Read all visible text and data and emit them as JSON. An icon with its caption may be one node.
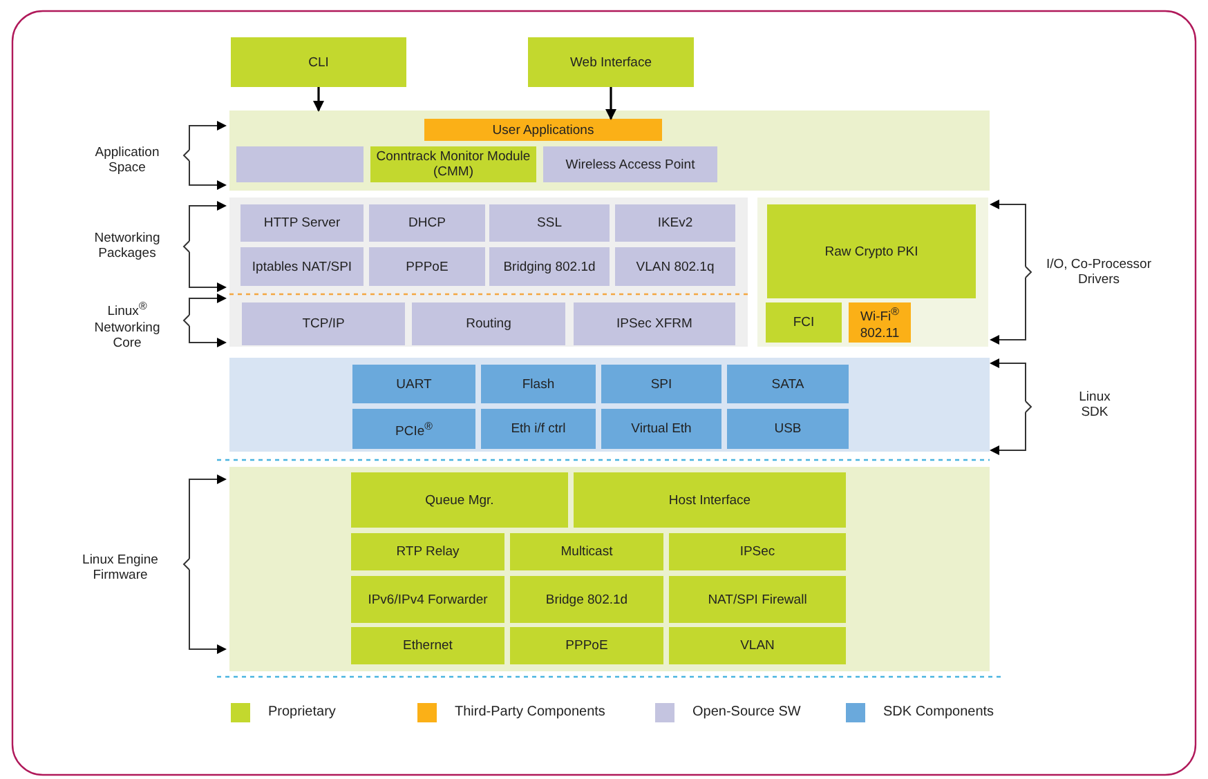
{
  "diagram": {
    "nodes": [
      {
        "text": [
          "CLI"
        ]
      },
      {
        "text": [
          "Web Interface"
        ]
      },
      {
        "text": [],
        "shape": "box"
      },
      {
        "text": [
          "User Applications"
        ],
        "in": 2
      },
      {
        "text": [],
        "shape": "box",
        "in": 2
      },
      {
        "text": [
          "Conntrack Monitor Module (CMM)"
        ],
        "in": 2
      },
      {
        "text": [
          "Wireless Access Point"
        ],
        "in": 2
      },
      {
        "text": [],
        "shape": "box"
      },
      {
        "text": [
          "HTTP Server"
        ],
        "in": 7
      },
      {
        "text": [
          "DHCP"
        ],
        "in": 7
      },
      {
        "text": [
          "SSL"
        ],
        "in": 7
      },
      {
        "text": [
          "IKEv2"
        ],
        "in": 7
      },
      {
        "text": [
          "Iptables NAT/SPI"
        ],
        "in": 7
      },
      {
        "text": [
          "PPPoE"
        ],
        "in": 7
      },
      {
        "text": [
          "Bridging 802.1d"
        ],
        "in": 7
      },
      {
        "text": [
          "VLAN 802.1q"
        ],
        "in": 7
      },
      {
        "text": [
          "TCP/IP"
        ],
        "in": 7
      },
      {
        "text": [
          "Routing"
        ],
        "in": 7
      },
      {
        "text": [
          "IPSec XFRM"
        ],
        "in": 7
      },
      {
        "text": [],
        "shape": "box"
      },
      {
        "text": [
          "Raw Crypto PKI"
        ],
        "in": 19
      },
      {
        "text": [
          "FCI"
        ],
        "in": 19
      },
      {
        "text": [
          "Wi-Fi$^{®}$ 802.11"
        ],
        "in": 19
      },
      {
        "text": [],
        "shape": "box"
      },
      {
        "text": [
          "UART"
        ],
        "in": 23
      },
      {
        "text": [
          "Flash"
        ],
        "in": 23
      },
      {
        "text": [
          "SPI"
        ],
        "in": 23
      },
      {
        "text": [
          "SATA"
        ],
        "in": 23
      },
      {
        "text": [
          "PCIe$^{®}$"
        ],
        "in": 23
      },
      {
        "text": [
          "Eth i/f ctrl"
        ],
        "in": 23
      },
      {
        "text": [
          "Virtual Eth"
        ],
        "in": 23
      },
      {
        "text": [
          "USB"
        ],
        "in": 23
      },
      {
        "text": [],
        "shape": "box"
      },
      {
        "text": [
          "Queue Mgr."
        ],
        "in": 32
      },
      {
        "text": [
          "Host Interface"
        ],
        "in": 32
      },
      {
        "text": [
          "RTP Relay"
        ],
        "in": 32
      },
      {
        "text": [
          "Multicast"
        ],
        "in": 32
      },
      {
        "text": [
          "IPSec"
        ],
        "in": 32
      },
      {
        "text": [
          "IPv6/IPv4 Forwarder"
        ],
        "in": 32
      },
      {
        "text": [
          "Bridge 802.1d"
        ],
        "in": 32
      },
      {
        "text": [
          "NAT/SPI Firewall"
        ],
        "in": 32
      },
      {
        "text": [
          "Ethernet"
        ],
        "in": 32
      },
      {
        "text": [
          "PPPoE"
        ],
        "in": 32
      },
      {
        "text": [
          "VLAN"
        ],
        "in": 32
      }
    ],
    "edges": [
      {
        "from": 0,
        "to": 2,
        "arrow": "to"
      },
      {
        "from": 1,
        "to": 3,
        "arrow": "to"
      }
    ],
    "labels": [
      "Application Space",
      "Networking Packages",
      "Linux$^{®}$ Networking Core",
      "I/O, Co-Processor Drivers",
      "Linux SDK",
      "Linux Engine Firmware"
    ],
    "legend": [
      {
        "text": "Proprietary",
        "color": "#c3d82e"
      },
      {
        "text": "Third-Party Components",
        "color": "#fbb017"
      },
      {
        "text": "Open-Source SW",
        "color": "#c4c4e0"
      },
      {
        "text": "SDK Components",
        "color": "#6aa9dc"
      }
    ]
  }
}
